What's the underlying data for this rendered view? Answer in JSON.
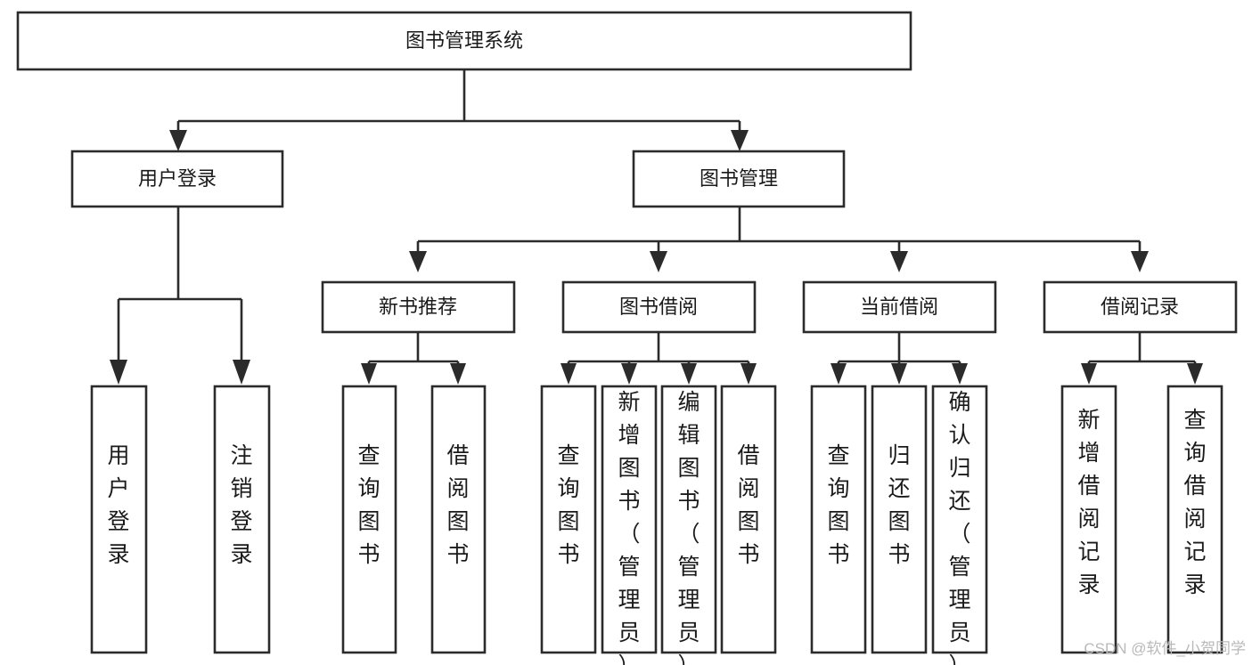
{
  "diagram": {
    "title": "图书管理系统",
    "type": "tree-hierarchy-chart",
    "root": {
      "id": "root",
      "label": "图书管理系统"
    },
    "level2": [
      {
        "id": "user-login",
        "label": "用户登录"
      },
      {
        "id": "book-manage",
        "label": "图书管理"
      }
    ],
    "level3": [
      {
        "id": "new-book-recommend",
        "label": "新书推荐",
        "parent": "book-manage"
      },
      {
        "id": "book-borrow",
        "label": "图书借阅",
        "parent": "book-manage"
      },
      {
        "id": "current-borrow",
        "label": "当前借阅",
        "parent": "book-manage"
      },
      {
        "id": "borrow-record",
        "label": "借阅记录",
        "parent": "book-manage"
      }
    ],
    "leaves": {
      "user-login": [
        {
          "id": "leaf-user-login",
          "label": "用户登录"
        },
        {
          "id": "leaf-user-logout",
          "label": "注销登录"
        }
      ],
      "new-book-recommend": [
        {
          "id": "leaf-query-book-1",
          "label": "查询图书"
        },
        {
          "id": "leaf-borrow-book-1",
          "label": "借阅图书"
        }
      ],
      "book-borrow": [
        {
          "id": "leaf-query-book-2",
          "label": "查询图书"
        },
        {
          "id": "leaf-add-book",
          "label": "新增图书（管理员）"
        },
        {
          "id": "leaf-edit-book",
          "label": "编辑图书（管理员）"
        },
        {
          "id": "leaf-borrow-book-2",
          "label": "借阅图书"
        }
      ],
      "current-borrow": [
        {
          "id": "leaf-query-book-3",
          "label": "查询图书"
        },
        {
          "id": "leaf-return-book",
          "label": "归还图书"
        },
        {
          "id": "leaf-confirm-return",
          "label": "确认归还（管理员）"
        }
      ],
      "borrow-record": [
        {
          "id": "leaf-add-record",
          "label": "新增借阅记录"
        },
        {
          "id": "leaf-query-record",
          "label": "查询借阅记录"
        }
      ]
    },
    "colors": {
      "stroke": "#2b2b2b",
      "fill": "#ffffff",
      "text": "#1a1a1a",
      "watermark": "#b9b9b9"
    }
  },
  "watermark": {
    "label": "CSDN @软件_小贺同学"
  }
}
